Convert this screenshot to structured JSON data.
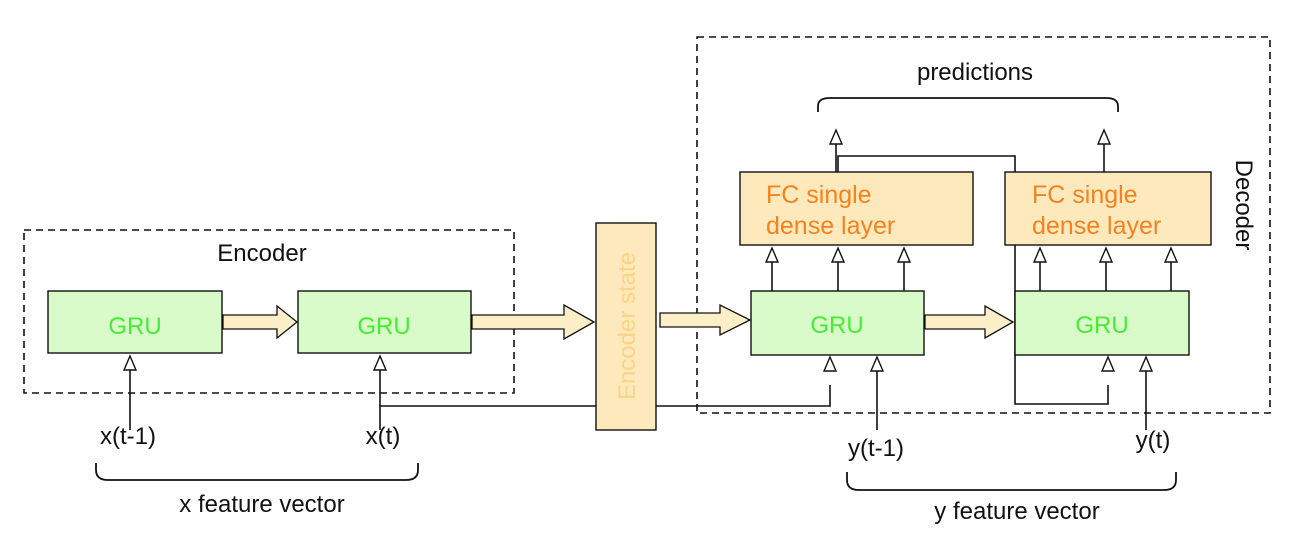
{
  "encoder": {
    "title": "Encoder",
    "cell_label": "GRU"
  },
  "encoder_state": {
    "label": "Encoder state"
  },
  "decoder": {
    "title": "Decoder",
    "cell_label": "GRU",
    "fc_line1": "FC single",
    "fc_line2": "dense layer"
  },
  "inputs": {
    "x_prev": "x(t-1)",
    "x_curr": "x(t)",
    "y_prev": "y(t-1)",
    "y_curr": "y(t)"
  },
  "groups": {
    "x": "x feature vector",
    "y": "y feature vector",
    "predictions": "predictions"
  },
  "colors": {
    "gru_fill": "#d9fbc9",
    "gru_text": "#44ee33",
    "fc_fill": "#fde9bc",
    "fc_text": "#f5821f",
    "encoder_state_fill": "#fde9bc",
    "encoder_state_text": "#fcd483",
    "arrow_fill": "#fcefc7"
  }
}
